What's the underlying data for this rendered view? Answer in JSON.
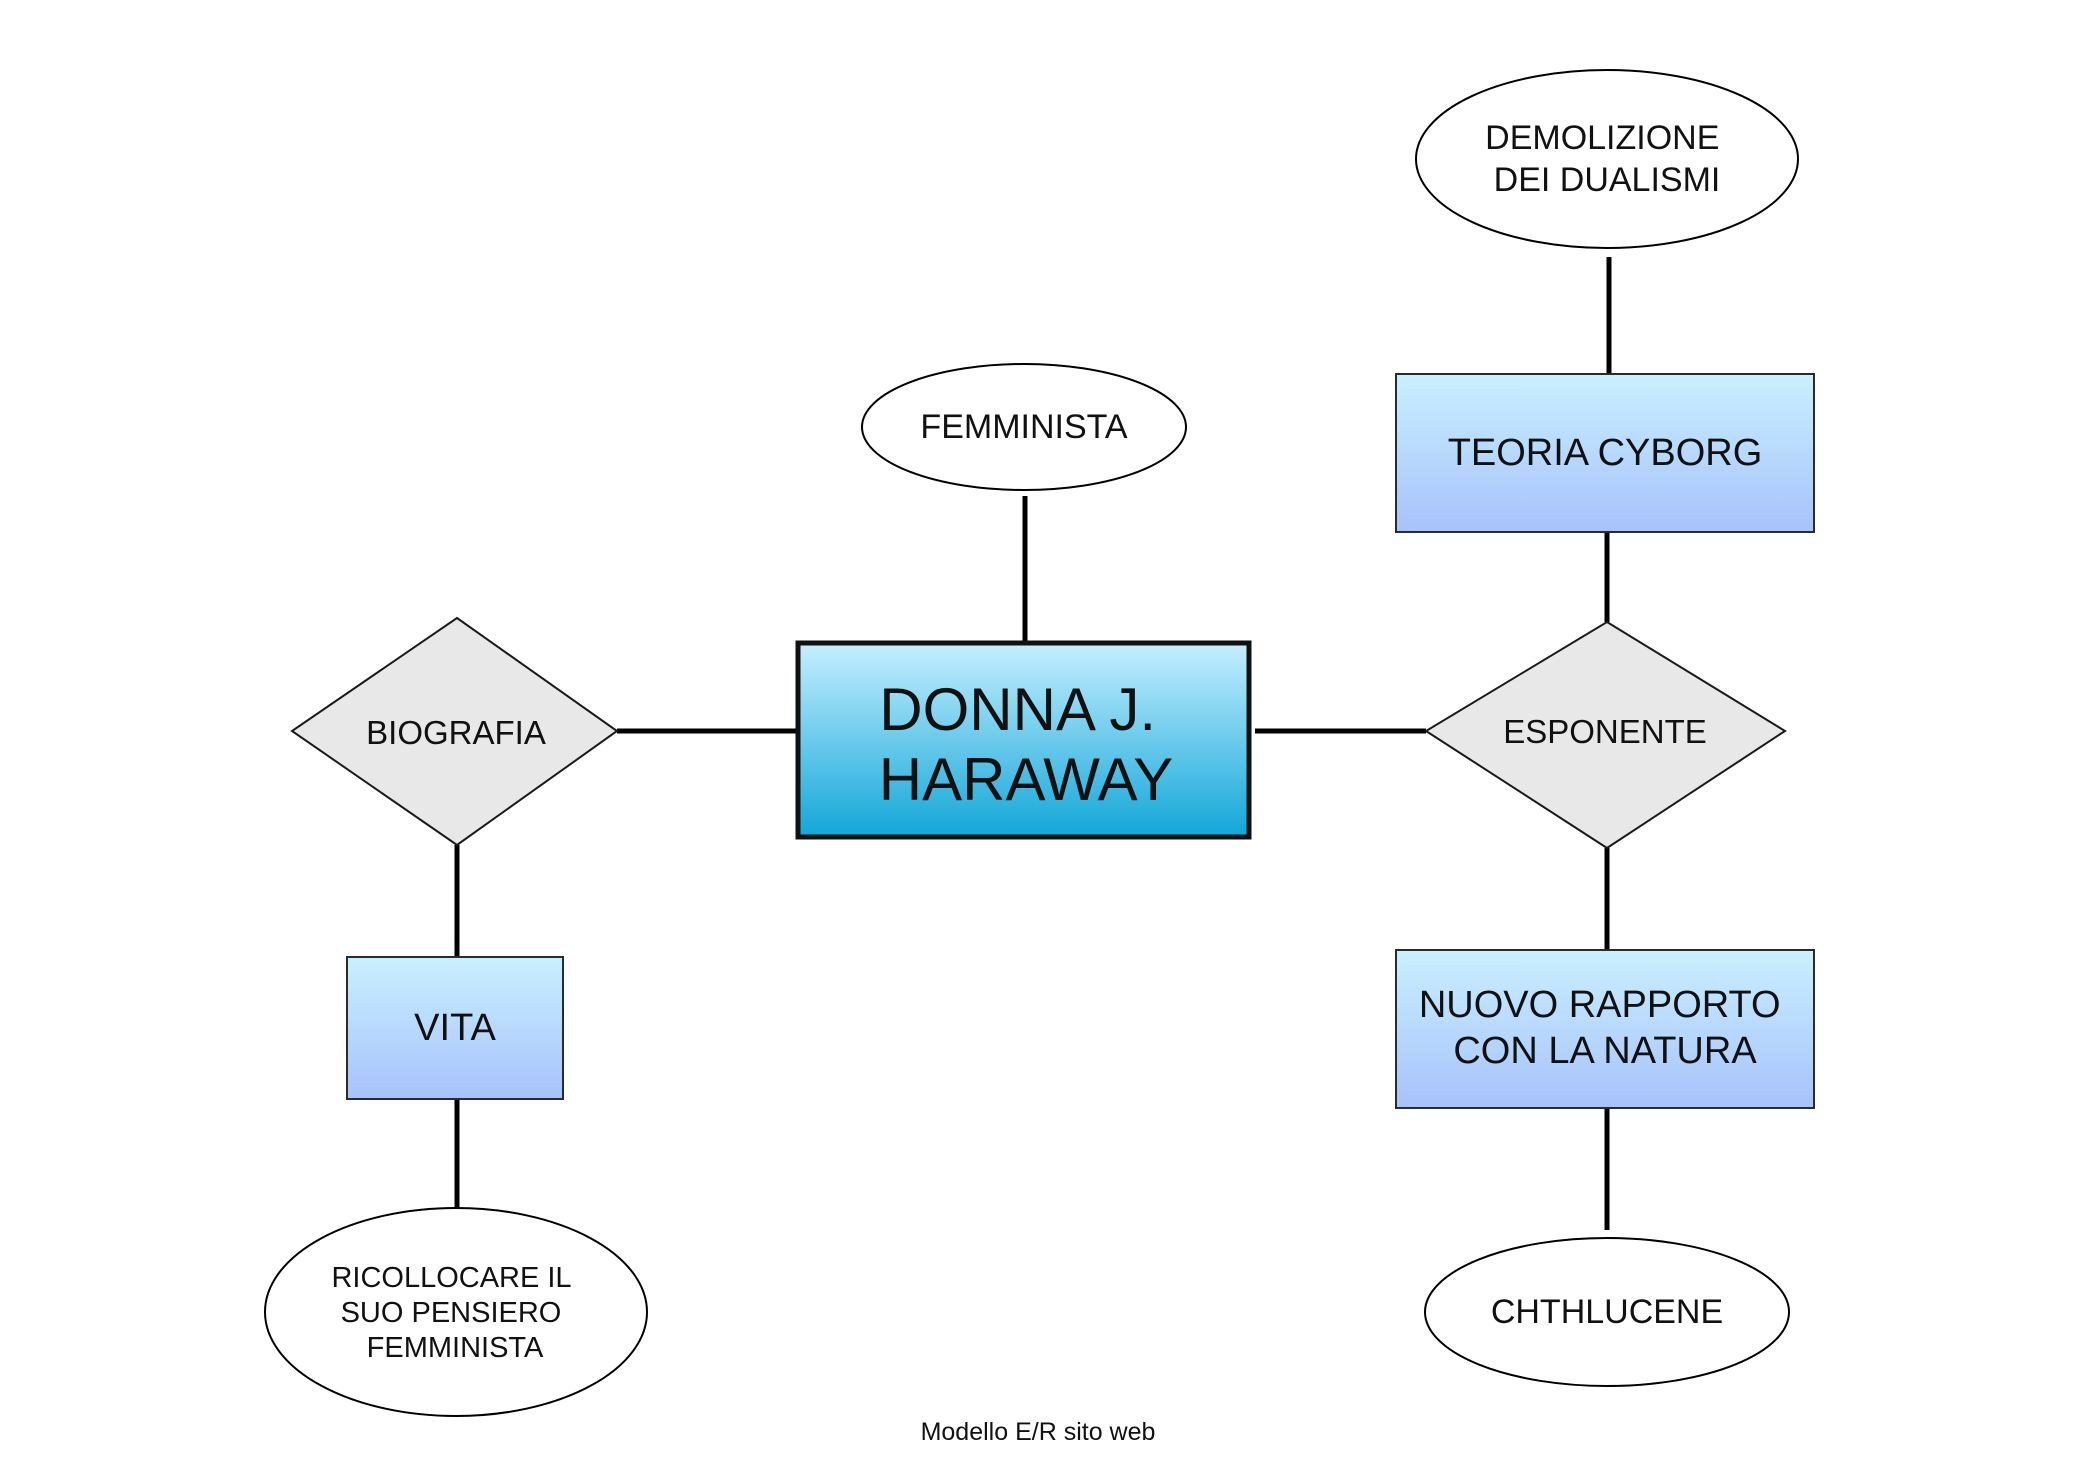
{
  "diagram": {
    "main_entity": {
      "label_lines": [
        "DONNA J.",
        "HARAWAY"
      ],
      "fill_top": "#c6efff",
      "fill_bottom": "#12a6d8"
    },
    "attributes": {
      "femminista": {
        "label_lines": [
          "FEMMINISTA"
        ]
      },
      "demolizione": {
        "label_lines": [
          "DEMOLIZIONE",
          "DEI DUALISMI"
        ]
      },
      "ricollocare": {
        "label_lines": [
          "RICOLLOCARE IL",
          "SUO PENSIERO",
          "FEMMINISTA"
        ]
      },
      "chthlucene": {
        "label_lines": [
          "CHTHLUCENE"
        ]
      }
    },
    "relationships": {
      "biografia": {
        "label_lines": [
          "BIOGRAFIA"
        ]
      },
      "esponente": {
        "label_lines": [
          "ESPONENTE"
        ]
      }
    },
    "entities": {
      "vita": {
        "label_lines": [
          "VITA"
        ]
      },
      "teoria_cyborg": {
        "label_lines": [
          "TEORIA CYBORG"
        ]
      },
      "nuovo_rapporto": {
        "label_lines": [
          "NUOVO RAPPORTO",
          "CON LA NATURA"
        ]
      }
    },
    "entity_fill_top": "#c9f0ff",
    "entity_fill_bottom": "#a7c2fb",
    "relationship_fill": "#e8e8e8"
  },
  "caption": "Modello E/R sito web"
}
